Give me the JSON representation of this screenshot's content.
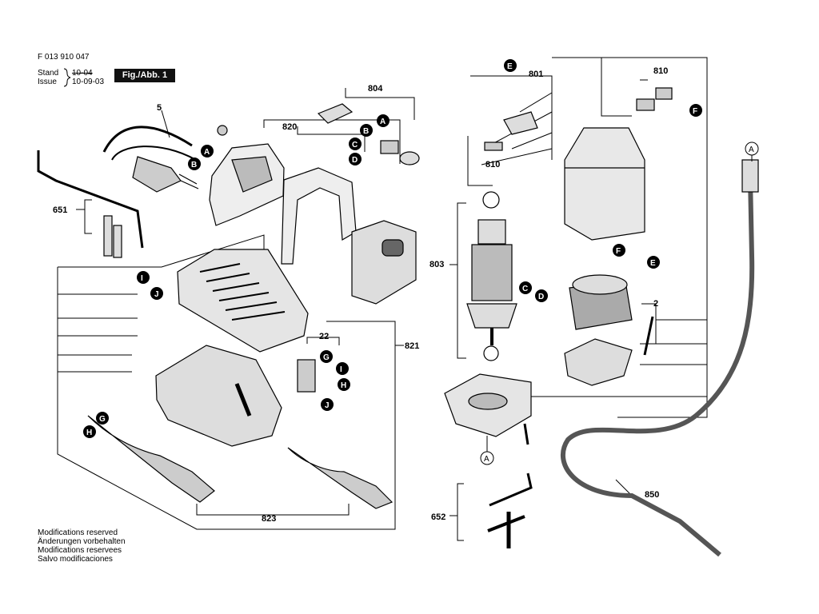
{
  "header": {
    "doc_number": "F 013 910 047",
    "stand_label": "Stand",
    "stand_old": "10-04",
    "issue_label": "Issue",
    "issue_date": "10-09-03",
    "figure_label": "Fig./Abb. 1"
  },
  "footer": {
    "lines": [
      "Modifications reserved",
      "Änderungen vorbehalten",
      "Modifications reservees",
      "Salvo modificaciones"
    ]
  },
  "callouts": {
    "c5": "5",
    "c651": "651",
    "c820": "820",
    "c804": "804",
    "c821": "821",
    "c22": "22",
    "c823": "823",
    "c801": "801",
    "c810a": "810",
    "c810b": "810",
    "c803": "803",
    "c2": "2",
    "c652": "652",
    "c850": "850"
  },
  "badges": {
    "A": "A",
    "B": "B",
    "C": "C",
    "D": "D",
    "E": "E",
    "F": "F",
    "G": "G",
    "H": "H",
    "I": "I",
    "J": "J"
  },
  "connector_marks": {
    "top": "A",
    "bottom": "A"
  }
}
